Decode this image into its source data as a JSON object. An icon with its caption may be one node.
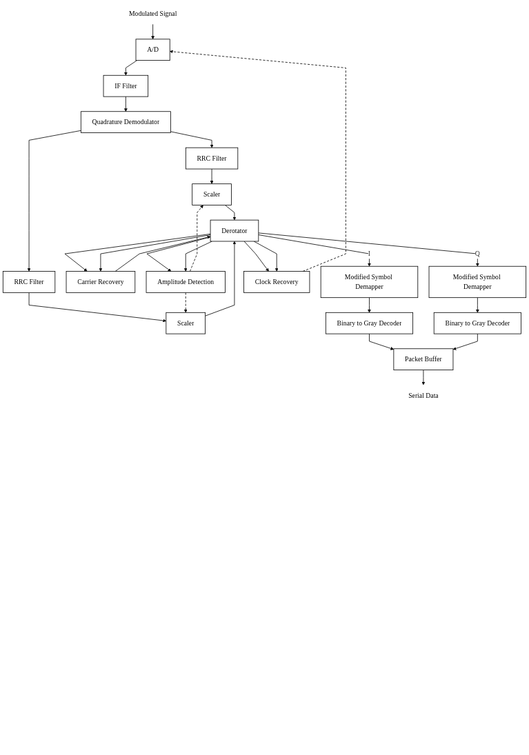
{
  "diagram": {
    "nodes": [
      {
        "text": [
          "Modulated Signal"
        ]
      },
      {
        "text": [
          "A/D"
        ]
      },
      {
        "text": [
          "IF Filter"
        ]
      },
      {
        "text": [
          "Quadrature Demodulator"
        ]
      },
      {
        "text": [
          "RRC Filter"
        ]
      },
      {
        "text": [
          "RRC Filter"
        ]
      },
      {
        "text": [
          "Scaler"
        ]
      },
      {
        "text": [
          "Scaler"
        ]
      },
      {
        "text": [
          "Derotator"
        ]
      },
      {
        "text": [
          "Carrier Recovery"
        ]
      },
      {
        "text": [
          "Amplitude Detection"
        ]
      },
      {
        "text": [
          "Modified Symbol Demapper"
        ]
      },
      {
        "text": [
          "Clock Recovery"
        ]
      },
      {
        "text": [
          "Modified Symbol Demapper"
        ]
      },
      {
        "text": [
          "Binary to Gray Decoder"
        ]
      },
      {
        "text": [
          "Packet Buffer"
        ]
      },
      {
        "text": [
          "Binary to Gray Decoder"
        ]
      },
      {
        "text": [
          "Serial Data"
        ]
      }
    ],
    "edges": [
      {
        "from": 0,
        "to": 1,
        "arrow": "to"
      },
      {
        "from": 1,
        "to": 2,
        "arrow": "to"
      },
      {
        "from": 2,
        "to": 3,
        "arrow": "to"
      },
      {
        "from": 3,
        "to": 4,
        "arrow": "to"
      },
      {
        "from": 3,
        "to": 5,
        "arrow": "to"
      },
      {
        "from": 4,
        "to": 6,
        "arrow": "to"
      },
      {
        "from": 5,
        "to": 7,
        "arrow": "to"
      },
      {
        "from": 6,
        "to": 8,
        "arrow": "to"
      },
      {
        "from": 7,
        "to": 8,
        "arrow": "to"
      },
      {
        "from": 8,
        "to": 11,
        "arrow": "to",
        "label": "I"
      },
      {
        "from": 8,
        "to": 13,
        "arrow": "to",
        "label": "Q"
      },
      {
        "from": 8,
        "to": 9,
        "arrow": "to"
      },
      {
        "from": 8,
        "to": 10,
        "arrow": "to"
      },
      {
        "from": 8,
        "to": 12,
        "arrow": "to"
      },
      {
        "from": 8,
        "to": 9,
        "arrow": "to"
      },
      {
        "from": 8,
        "to": 10,
        "arrow": "to"
      },
      {
        "from": 8,
        "to": 12,
        "arrow": "to"
      },
      {
        "from": 9,
        "to": 8,
        "arrow": "to"
      },
      {
        "from": 10,
        "to": 6,
        "arrow": "to",
        "style": "dashed"
      },
      {
        "from": 10,
        "to": 7,
        "arrow": "to",
        "style": "dashed"
      },
      {
        "from": 12,
        "to": 1,
        "arrow": "to",
        "style": "dashed"
      },
      {
        "from": 11,
        "to": 14,
        "arrow": "to"
      },
      {
        "from": 13,
        "to": 16,
        "arrow": "to"
      },
      {
        "from": 14,
        "to": 15,
        "arrow": "to"
      },
      {
        "from": 16,
        "to": 15,
        "arrow": "to"
      },
      {
        "from": 15,
        "to": 17,
        "arrow": "to"
      }
    ]
  }
}
